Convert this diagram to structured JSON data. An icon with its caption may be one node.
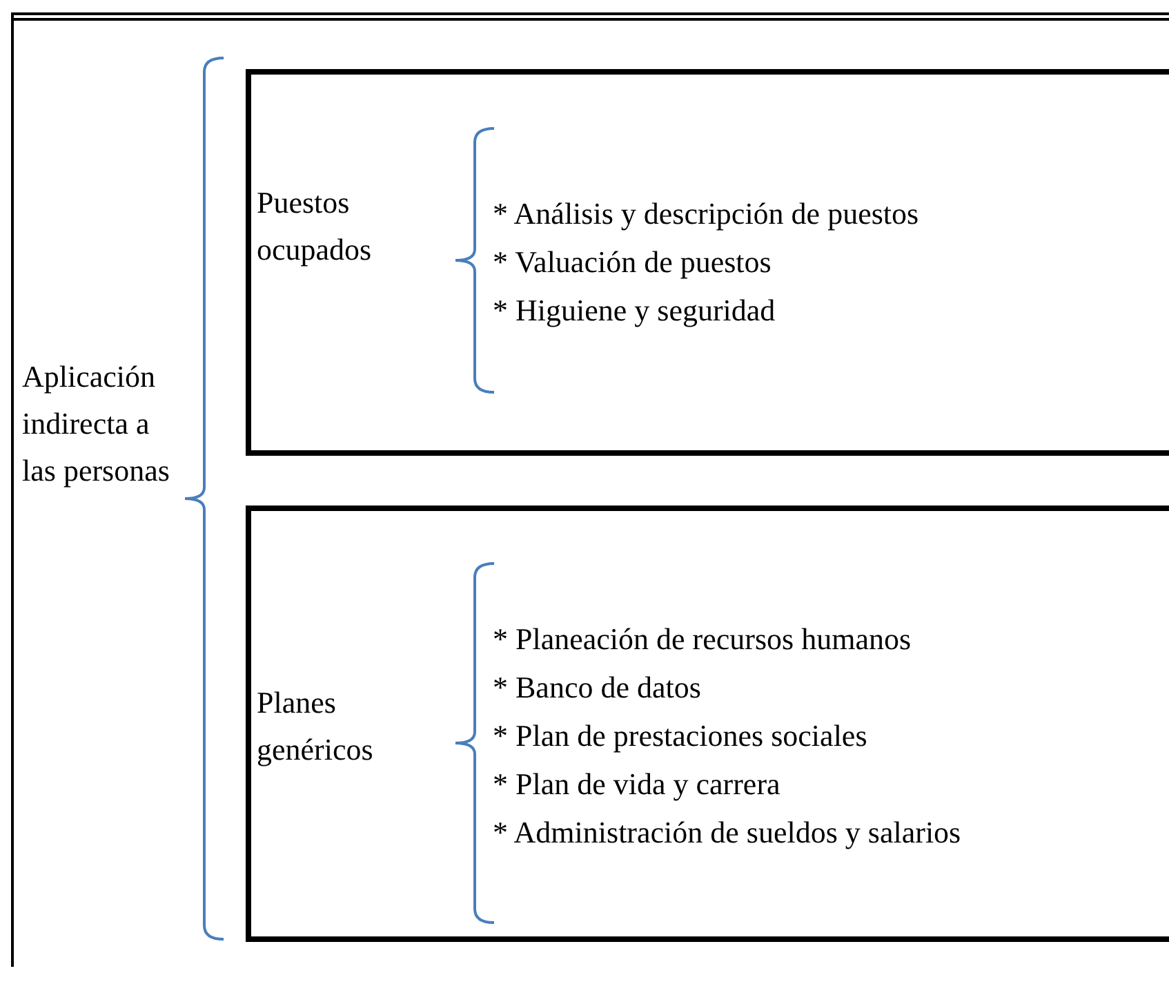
{
  "diagram": {
    "nodes": [
      {
        "text": [
          "Aplicación indirecta a las personas"
        ]
      },
      {
        "text": [
          "Puestos ocupados",
          "* Análisis y descripción de puestos",
          "* Valuación de puestos",
          "* Higuiene y seguridad"
        ]
      },
      {
        "text": [
          "Planes genéricos",
          "* Planeación de recursos humanos",
          "* Banco de datos",
          "* Plan de prestaciones sociales",
          "* Plan de vida y carrera",
          "* Administración de sueldos y salarios"
        ]
      }
    ]
  }
}
